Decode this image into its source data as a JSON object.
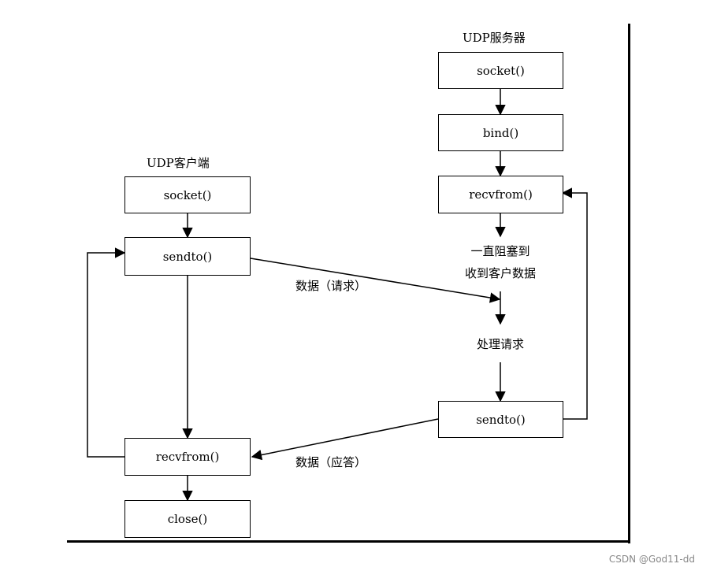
{
  "server": {
    "title": "UDP服务器",
    "boxes": {
      "socket": "socket()",
      "bind": "bind()",
      "recvfrom": "recvfrom()",
      "sendto": "sendto()"
    },
    "blocking_note": [
      "一直阻塞到",
      "收到客户数据"
    ],
    "process_label": "处理请求"
  },
  "client": {
    "title": "UDP客户端",
    "boxes": {
      "socket": "socket()",
      "sendto": "sendto()",
      "recvfrom": "recvfrom()",
      "close": "close()"
    }
  },
  "messages": {
    "request": "数据（请求）",
    "response": "数据（应答）"
  },
  "watermark": "CSDN @God11-dd"
}
